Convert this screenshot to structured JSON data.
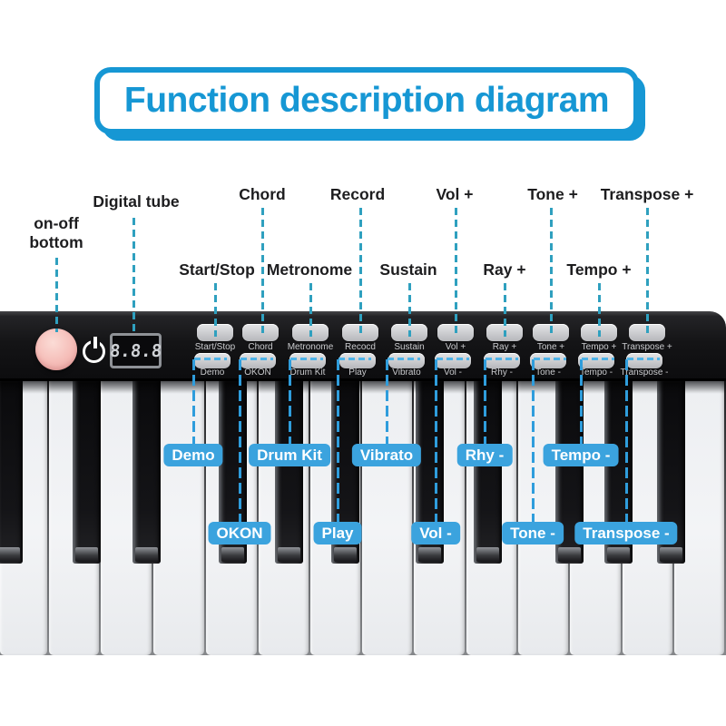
{
  "title": "Function description diagram",
  "colors": {
    "title_blue": "#1697d4",
    "callout_line_teal": "#2fa0bf",
    "keyboard_line_blue": "#2f9ddc",
    "badge_blue": "#3ba3de",
    "power_button_pink": "#f5bdb8"
  },
  "callouts": [
    {
      "text": "on-off bottom"
    },
    {
      "text": "Digital tube"
    },
    {
      "text": "Chord"
    },
    {
      "text": "Record"
    },
    {
      "text": "Vol +"
    },
    {
      "text": "Tone +"
    },
    {
      "text": "Transpose +"
    },
    {
      "text": "Start/Stop"
    },
    {
      "text": "Metronome"
    },
    {
      "text": "Sustain"
    },
    {
      "text": "Ray +"
    },
    {
      "text": "Tempo +"
    }
  ],
  "panel": {
    "display_value": "8.8.8",
    "power_icon": "power-symbol",
    "button_groups": [
      {
        "top": "Start/Stop",
        "bottom": "Demo"
      },
      {
        "top": "Chord",
        "bottom": "OKON"
      },
      {
        "top": "Metronome",
        "bottom": "Drum Kit"
      },
      {
        "top": "Recocd",
        "bottom": "Play"
      },
      {
        "top": "Sustain",
        "bottom": "Vibrato"
      },
      {
        "top": "Vol +",
        "bottom": "Vol -"
      },
      {
        "top": "Ray +",
        "bottom": "Rhy -"
      },
      {
        "top": "Tone +",
        "bottom": "Tone -"
      },
      {
        "top": "Tempo +",
        "bottom": "Tempo -"
      },
      {
        "top": "Transpose +",
        "bottom": "Transpose -"
      }
    ]
  },
  "key_badges": [
    {
      "label": "Demo",
      "row": "upper"
    },
    {
      "label": "OKON",
      "row": "lower"
    },
    {
      "label": "Drum Kit",
      "row": "upper"
    },
    {
      "label": "Play",
      "row": "lower"
    },
    {
      "label": "Vibrato",
      "row": "upper"
    },
    {
      "label": "Vol -",
      "row": "lower"
    },
    {
      "label": "Rhy -",
      "row": "upper"
    },
    {
      "label": "Tone -",
      "row": "lower"
    },
    {
      "label": "Tempo -",
      "row": "upper"
    },
    {
      "label": "Transpose -",
      "row": "lower"
    }
  ],
  "keyboard": {
    "white_key_count": 14,
    "black_key_count": 11
  }
}
